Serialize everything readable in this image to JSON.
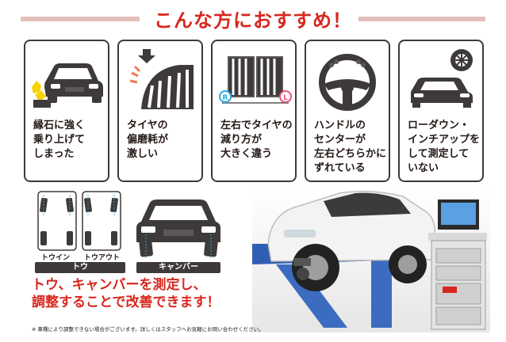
{
  "header": {
    "title": "こんな方におすすめ！"
  },
  "cards": [
    {
      "icon": "car-curb-impact-icon",
      "text": "縁石に強く\n乗り上げて\nしまった"
    },
    {
      "icon": "tire-wear-icon",
      "text": "タイヤの\n偏磨耗が\n激しい"
    },
    {
      "icon": "tire-tread-compare-icon",
      "text": "左右でタイヤの\n減り方が\n大きく違う"
    },
    {
      "icon": "steering-wheel-icon",
      "text": "ハンドルの\nセンターが\n左右どちらかに\nずれている"
    },
    {
      "icon": "lowered-car-wheel-icon",
      "text": "ローダウン・\nインチアップを\nして測定して\nいない"
    }
  ],
  "tread_labels": {
    "right": "R",
    "left": "L"
  },
  "diagram": {
    "toe_in_label": "トウイン",
    "toe_out_label": "トウアウト",
    "toe_chip": "トウ",
    "camber_chip": "キャンバー"
  },
  "headline": "トウ、キャンバーを測定し、\n調整することで改善できます！",
  "note": "※ 車種により調整できない場合がございます。詳しくはスタッフへお気軽にお問い合わせください。",
  "colors": {
    "accent": "#d7271e",
    "dark": "#3e3a39",
    "stripe": "#e3c0bb"
  }
}
